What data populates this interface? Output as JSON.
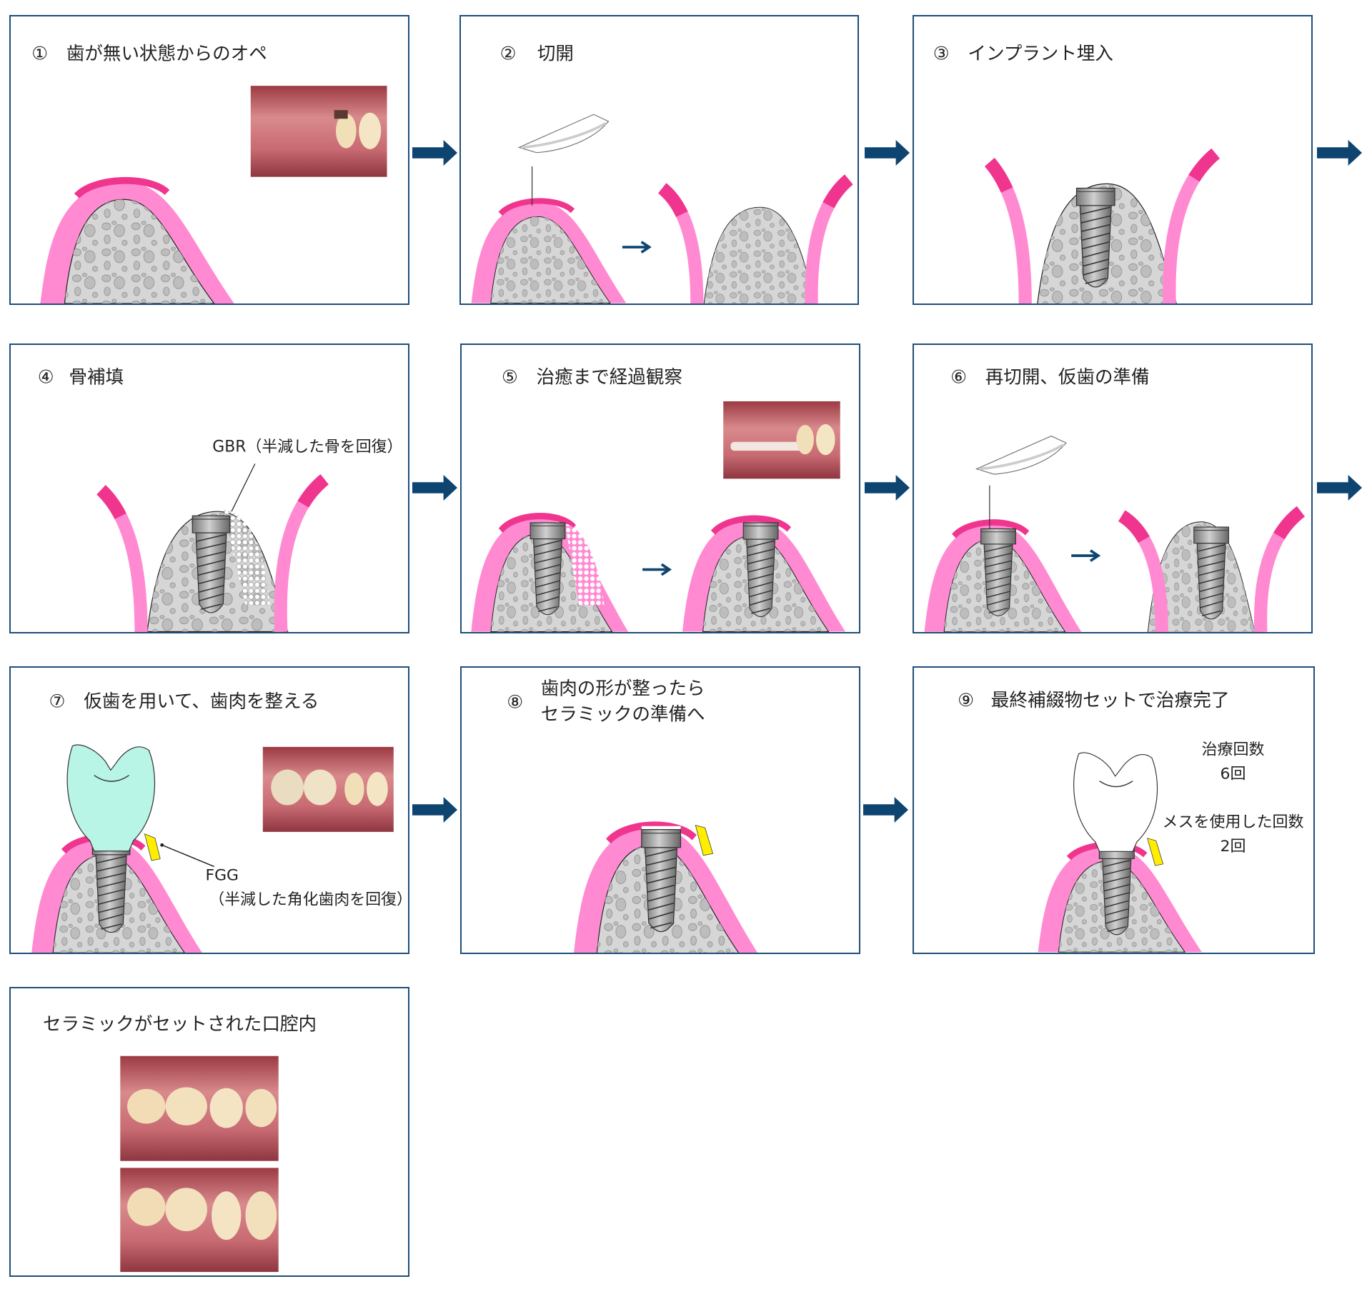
{
  "colors": {
    "frame": "#1f4e79",
    "arrow": "#0d4470",
    "gum": "#ff8ad2",
    "gum_edge": "#f0358f",
    "bone": "#d6d6d6",
    "fgg": "#ffee00",
    "temp_crown": "#b8f5e6"
  },
  "icons": {
    "step_arrow": "right-arrow-icon",
    "small_arrow": "small-right-arrow-icon",
    "scalpel": "scalpel-icon",
    "implant": "implant-icon",
    "crown": "crown-icon"
  },
  "panels": [
    {
      "num": "①",
      "title": "歯が無い状態からのオペ"
    },
    {
      "num": "②",
      "title": "切開"
    },
    {
      "num": "③",
      "title": "インプラント埋入"
    },
    {
      "num": "④",
      "title": "骨補填",
      "label": "GBR（半減した骨を回復）"
    },
    {
      "num": "⑤",
      "title": "治癒まで経過観察"
    },
    {
      "num": "⑥",
      "title": "再切開、仮歯の準備"
    },
    {
      "num": "⑦",
      "title": "仮歯を用いて、歯肉を整える",
      "label1": "FGG",
      "label2": "（半減した角化歯肉を回復）"
    },
    {
      "num": "⑧",
      "title_line1": "歯肉の形が整ったら",
      "title_line2": "セラミックの準備へ"
    },
    {
      "num": "⑨",
      "title": "最終補綴物セットで治療完了",
      "stat1_label": "治療回数",
      "stat1_value": "6回",
      "stat2_label": "メスを使用した回数",
      "stat2_value": "2回"
    },
    {
      "title": "セラミックがセットされた口腔内"
    }
  ]
}
